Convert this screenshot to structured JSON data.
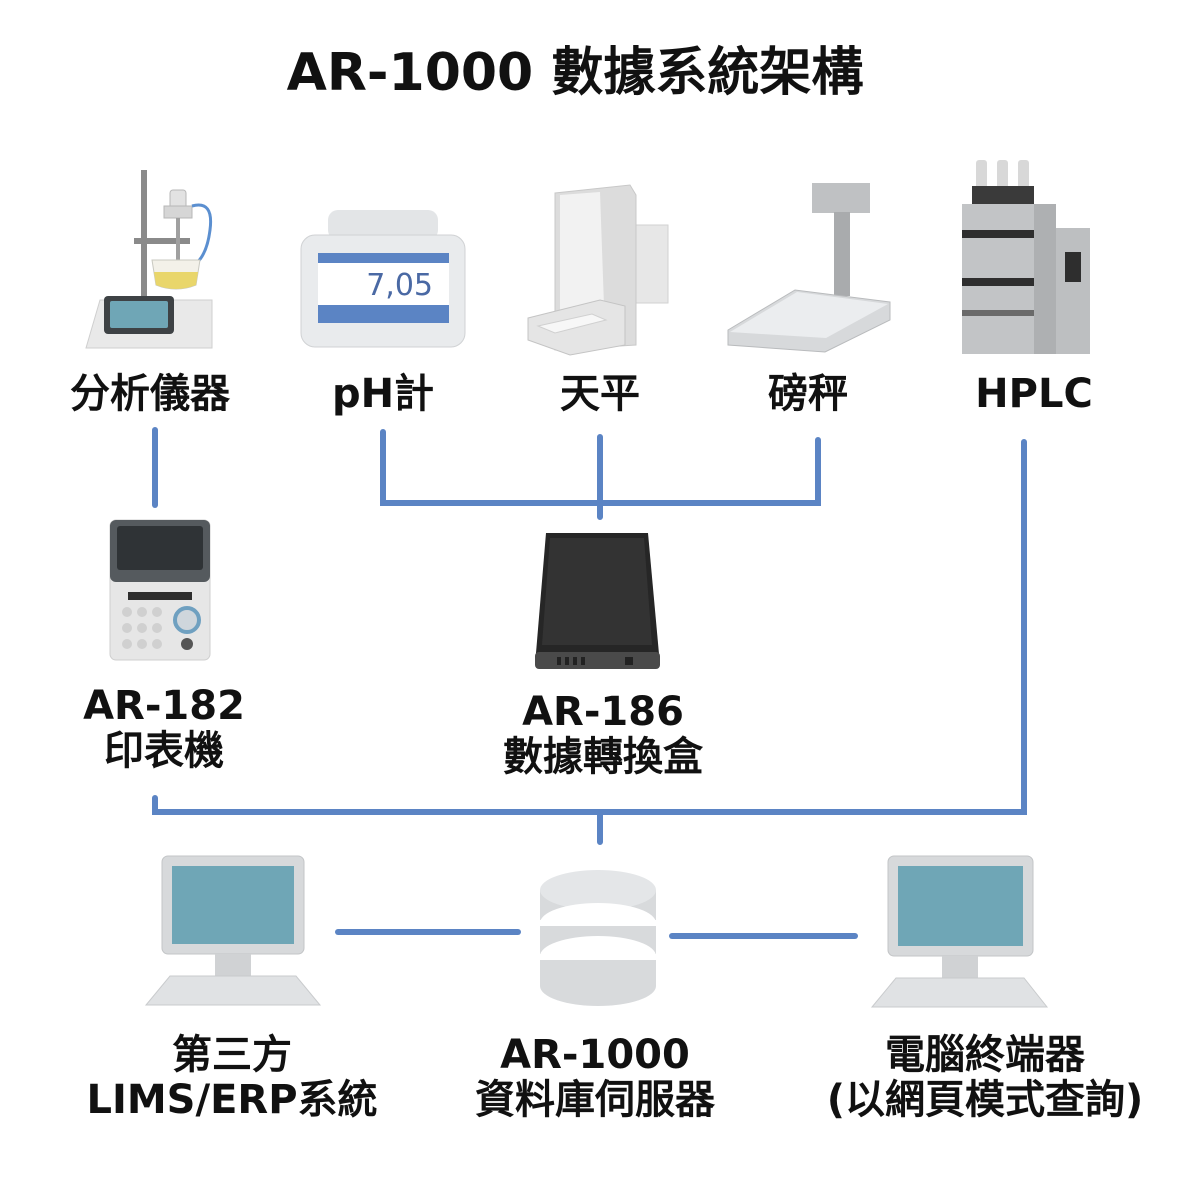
{
  "title": "AR-1000 數據系統架構",
  "colors": {
    "connector": "#5b84c4",
    "screen": "#6fa6b6",
    "device_gray": "#d2d4d6",
    "dark": "#2a2a2a"
  },
  "devices": [
    {
      "label": "分析儀器",
      "icon": "titrator-icon"
    },
    {
      "label": "pH計",
      "icon": "ph-meter-icon",
      "reading": "7,05"
    },
    {
      "label": "天平",
      "icon": "balance-icon"
    },
    {
      "label": "磅秤",
      "icon": "scale-icon"
    },
    {
      "label": "HPLC",
      "icon": "hplc-icon"
    }
  ],
  "printer": {
    "line1": "AR-182",
    "line2": "印表機",
    "icon": "printer-icon"
  },
  "converter": {
    "line1": "AR-186",
    "line2": "數據轉換盒",
    "icon": "converter-box-icon"
  },
  "lims": {
    "line1": "第三方",
    "line2": "LIMS/ERP系統",
    "icon": "computer-icon"
  },
  "server": {
    "line1": "AR-1000",
    "line2": "資料庫伺服器",
    "icon": "database-icon"
  },
  "terminal": {
    "line1": "電腦終端器",
    "line2": "(以網頁模式查詢)",
    "icon": "computer-icon"
  }
}
